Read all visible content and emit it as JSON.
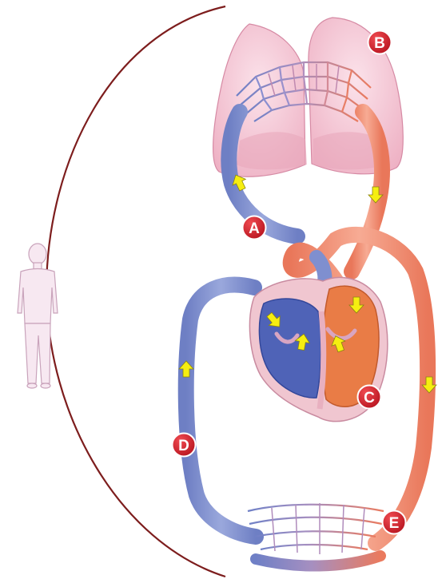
{
  "diagram": {
    "labels": {
      "a": "A",
      "b": "B",
      "c": "C",
      "d": "D",
      "e": "E"
    },
    "colors": {
      "deoxygenated": "#7f8fcf",
      "oxygenated": "#ef8e72",
      "lungs": "#f4c4d3",
      "heart_wall": "#f0c6d0",
      "marker": "#d3202c",
      "flow_arrow": "#f6ee10",
      "arc": "#7d1d1d",
      "figure": "#f7e8f1"
    },
    "icons": {
      "figure": "human-figure-icon",
      "flow": "arrow-icon"
    }
  }
}
